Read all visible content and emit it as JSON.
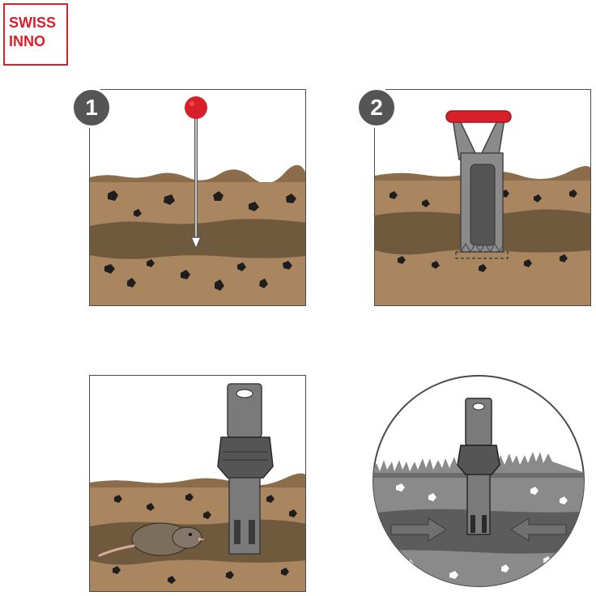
{
  "brand": {
    "line1": "SWISS",
    "line2": "INNO",
    "color": "#d8202a"
  },
  "steps": [
    {
      "number": "1"
    },
    {
      "number": "2"
    }
  ],
  "colors": {
    "soil": "#a98660",
    "tunnel": "#6f5a3e",
    "accent_red": "#d8202a",
    "trap_gray": "#6a6a6a",
    "badge_gray": "#555555"
  }
}
